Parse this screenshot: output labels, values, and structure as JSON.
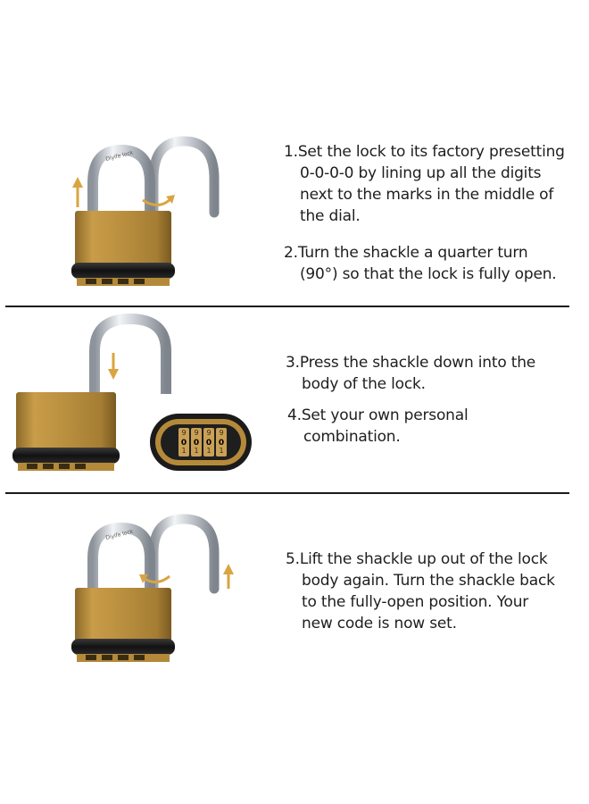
{
  "steps": [
    {
      "num": "1.",
      "lines": [
        "Set the lock to its factory presetting",
        "0-0-0-0 by lining up all the digits",
        "next  to the marks in the middle of",
        "the dial."
      ]
    },
    {
      "num": "2.",
      "lines": [
        "Turn the shackle a quarter turn",
        "(90°) so that the lock is fully open."
      ]
    },
    {
      "num": "3.",
      "lines": [
        "Press the shackle down into the",
        "body of the lock."
      ]
    },
    {
      "num": "4.",
      "lines": [
        "Set your own personal",
        "combination."
      ]
    },
    {
      "num": "5.",
      "lines": [
        "Lift the shackle up out of the lock",
        "body again. Turn the shackle back",
        "to the fully-open position. Your",
        "new code is now set."
      ]
    }
  ],
  "dial_digits": [
    "0",
    "0",
    "0",
    "0"
  ],
  "colors": {
    "brass": "#b48a3a",
    "rubber": "#1b1b1b",
    "steel": "#c8ccd2",
    "arrow": "#d9a441"
  },
  "icons": [
    "padlock-illustration",
    "up-arrow-icon",
    "down-arrow-icon",
    "rotate-arrow-icon",
    "combination-dial-icon"
  ]
}
